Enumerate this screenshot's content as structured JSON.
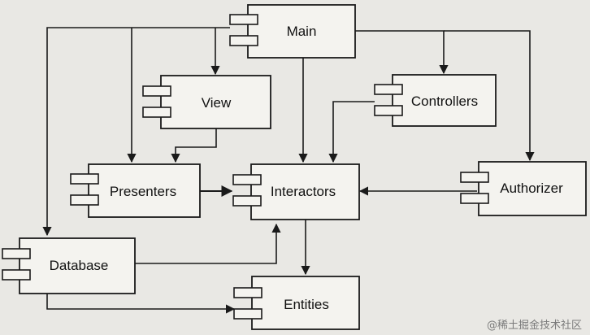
{
  "diagram": {
    "type": "component-dependency-diagram",
    "components": {
      "main": "Main",
      "view": "View",
      "controllers": "Controllers",
      "presenters": "Presenters",
      "interactors": "Interactors",
      "authorizer": "Authorizer",
      "database": "Database",
      "entities": "Entities"
    },
    "dependencies": [
      {
        "from": "Main",
        "to": "View"
      },
      {
        "from": "Main",
        "to": "Controllers"
      },
      {
        "from": "Main",
        "to": "Presenters"
      },
      {
        "from": "Main",
        "to": "Interactors"
      },
      {
        "from": "Main",
        "to": "Authorizer"
      },
      {
        "from": "Main",
        "to": "Database"
      },
      {
        "from": "View",
        "to": "Presenters"
      },
      {
        "from": "Controllers",
        "to": "Interactors"
      },
      {
        "from": "Presenters",
        "to": "Interactors"
      },
      {
        "from": "Authorizer",
        "to": "Interactors"
      },
      {
        "from": "Database",
        "to": "Interactors"
      },
      {
        "from": "Database",
        "to": "Entities"
      },
      {
        "from": "Interactors",
        "to": "Entities"
      }
    ],
    "colors": {
      "stroke": "#1a1a1a",
      "box_fill": "#f4f3ef",
      "background": "#e9e8e4"
    }
  },
  "watermark": "@稀土掘金技术社区"
}
